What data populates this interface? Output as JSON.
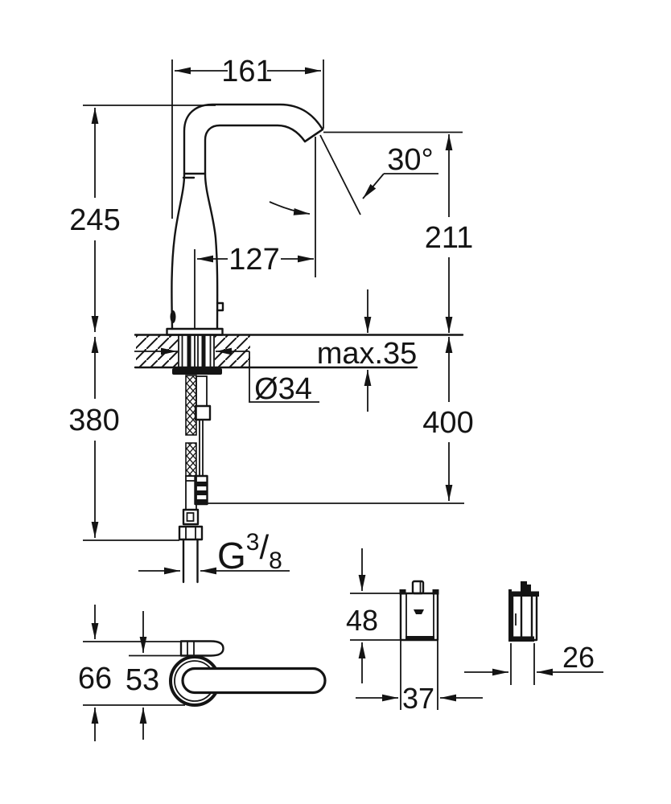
{
  "title": "Faucet technical dimension drawing",
  "colors": {
    "line": "#141414",
    "background": "#ffffff"
  },
  "labels": {
    "spout_projection": "161",
    "height_above_deck": "245",
    "outlet_offset": "127",
    "outlet_height": "211",
    "spray_angle": "30°",
    "deck_max_thickness": "max.35",
    "hole_diameter": "Ø34",
    "hose_clearance": "400",
    "below_deck_length": "380",
    "thread_g": "G",
    "thread_numerator": "3",
    "thread_slash": "/",
    "thread_denominator": "8",
    "topview_total_depth": "66",
    "topview_base_diameter": "53",
    "box_height": "48",
    "box_width": "37",
    "box_depth": "26"
  }
}
